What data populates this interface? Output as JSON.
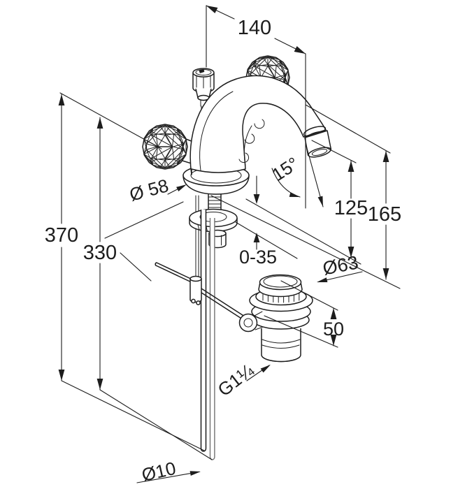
{
  "page": {
    "background": "#ffffff",
    "line_color": "#1d1d1d",
    "pipe_gray": "#7a7a7a"
  },
  "drawing": {
    "type": "faucet-installation-dimension-drawing",
    "labels": {
      "spout_reach": "140",
      "spout_angle": "15°",
      "outlet_height": "125",
      "spout_top_height": "165",
      "total_height": "370",
      "pipe_height": "330",
      "base_diameter": "Ø 58",
      "deck_clamp_range": "0-35",
      "waste_diameter": "Ø63",
      "waste_clamp_height": "50",
      "waste_thread": "G1¼",
      "pipe_diameter": "Ø10"
    }
  }
}
